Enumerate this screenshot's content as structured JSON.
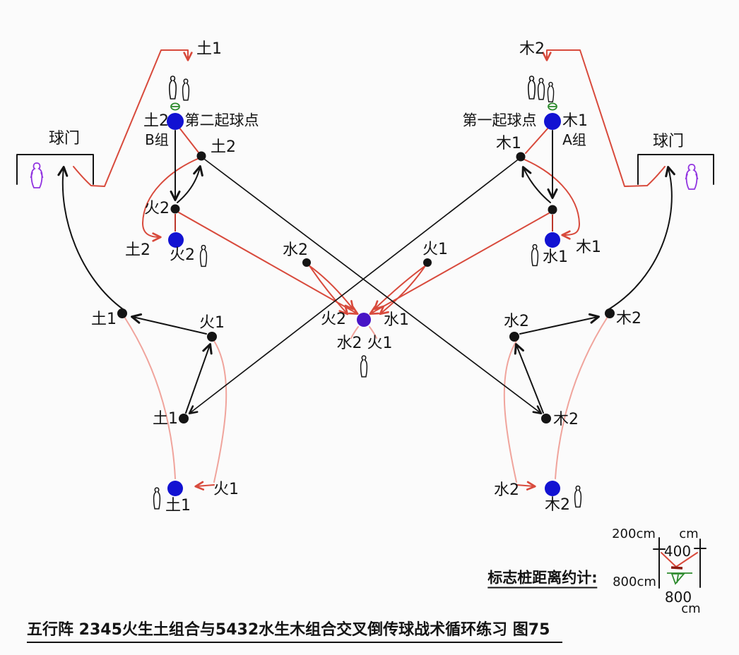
{
  "colors": {
    "background": "#fbfbfb",
    "line_black": "#141414",
    "line_red": "#d84a3c",
    "line_pink": "#f0a49c",
    "line_darkred": "#bc372b",
    "dot_blue": "#1212d2",
    "dot_center": "#4814c6",
    "green": "#2e8b2e",
    "purple": "#9133e0",
    "maroon": "#8b1a10"
  },
  "labels": {
    "goal_left": "球门",
    "goal_right": "球门",
    "runner_top_left": "土1",
    "runner_top_right": "木2",
    "second_start_side": "土2",
    "second_start_group": "B组",
    "second_start_title": "第二起球点",
    "first_start_title": "第一起球点",
    "first_start_side": "木1",
    "first_start_group": "A组",
    "node_tu2_upper": "土2",
    "node_mu1_upper": "木1",
    "node_huo2": "火2",
    "runner_mid_left": "土2",
    "spot_huo2": "火2",
    "spot_shui1": "水1",
    "runner_mid_right": "木1",
    "node_shui2_center": "水2",
    "node_huo1_center": "火1",
    "center_left": "火2",
    "center_right": "水1",
    "center_below": "水2 火1",
    "node_tu1_mid": "土1",
    "node_huo1": "火1",
    "node_tu1_lower": "土1",
    "node_mu2_mid": "木2",
    "node_shui2": "水2",
    "node_mu2_lower": "木2",
    "runner_bottom_left": "火1",
    "runner_bottom_right": "水2",
    "spot_tu1": "土1",
    "spot_mu2": "木2"
  },
  "legend": {
    "title": "标志桩距离约计:",
    "dist_200": "200cm",
    "unit_top": "cm",
    "dist_400": "400",
    "dist_800_left": "800cm",
    "dist_800": "800",
    "unit_bottom": "cm"
  },
  "caption": "五行阵 2345火生土组合与5432水生木组合交叉倒传球战术循环练习 图75"
}
